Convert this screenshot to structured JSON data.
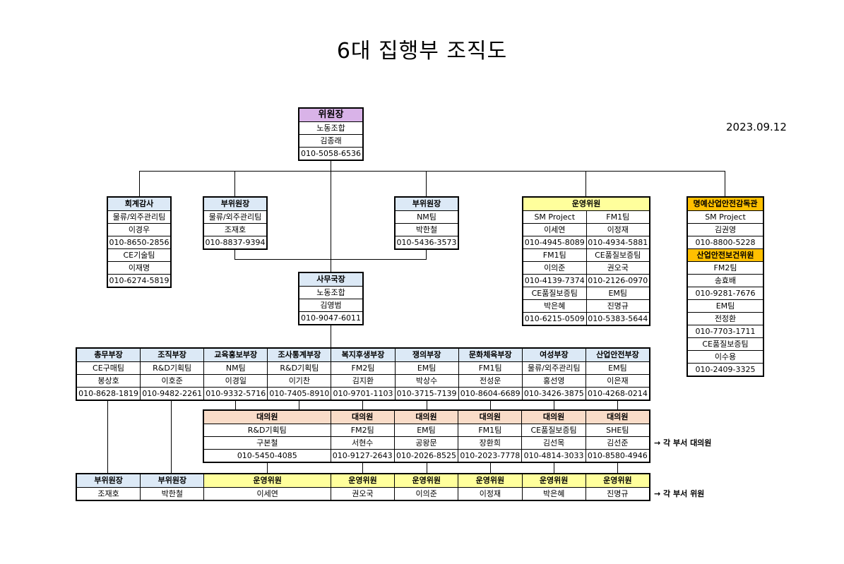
{
  "title": "6대 집행부 조직도",
  "date": "2023.09.12",
  "chair": {
    "title": "위원장",
    "org": "노동조합",
    "name": "김종래",
    "phone": "010-5058-6536"
  },
  "auditor": {
    "title": "회계감사",
    "rows": [
      "물류/외주관리팀",
      "이경우",
      "010-8650-2856",
      "CE기술팀",
      "이재명",
      "010-6274-5819"
    ]
  },
  "vice1": {
    "title": "부위원장",
    "rows": [
      "물류/외주관리팀",
      "조재호",
      "010-8837-9394"
    ]
  },
  "vice2": {
    "title": "부위원장",
    "rows": [
      "NM팀",
      "박한철",
      "010-5436-3573"
    ]
  },
  "committee": {
    "title": "운영위원",
    "left": [
      "SM Project",
      "이세연",
      "010-4945-8089",
      "FM1팀",
      "이의준",
      "010-4139-7374",
      "CE품질보증팀",
      "박은혜",
      "010-6215-0509"
    ],
    "right": [
      "FM1팀",
      "이정재",
      "010-4934-5881",
      "CE품질보증팀",
      "권오국",
      "010-2126-0970",
      "EM팀",
      "진명규",
      "010-5383-5644"
    ]
  },
  "safety": {
    "title": "명예산업안전감독관",
    "rows1": [
      "SM Project",
      "김권영",
      "010-8800-5228"
    ],
    "title2": "산업안전보건위원",
    "rows2": [
      "FM2팀",
      "송효배",
      "010-9281-7676",
      "EM팀",
      "전정환",
      "010-7703-1711",
      "CE품질보증팀",
      "이수용",
      "010-2409-3325"
    ]
  },
  "secretary": {
    "title": "사무국장",
    "org": "노동조합",
    "name": "김영범",
    "phone": "010-9047-6011"
  },
  "depts": [
    {
      "title": "총무부장",
      "team": "CE구매팀",
      "name": "봉상호",
      "phone": "010-8628-1819"
    },
    {
      "title": "조직부장",
      "team": "R&D기획팀",
      "name": "이호준",
      "phone": "010-9482-2261"
    },
    {
      "title": "교육홍보부장",
      "team": "NM팀",
      "name": "이경일",
      "phone": "010-9332-5716"
    },
    {
      "title": "조사통계부장",
      "team": "R&D기획팀",
      "name": "이기찬",
      "phone": "010-7405-8910"
    },
    {
      "title": "복지후생부장",
      "team": "FM2팀",
      "name": "김지환",
      "phone": "010-9701-1103"
    },
    {
      "title": "쟁의부장",
      "team": "EM팀",
      "name": "박상수",
      "phone": "010-3715-7139"
    },
    {
      "title": "문화체육부장",
      "team": "FM1팀",
      "name": "전성운",
      "phone": "010-8604-6689"
    },
    {
      "title": "여성부장",
      "team": "물류/외주관리팀",
      "name": "홍선영",
      "phone": "010-3426-3875"
    },
    {
      "title": "산업안전부장",
      "team": "EM팀",
      "name": "이은재",
      "phone": "010-4268-0214"
    }
  ],
  "delegates": [
    {
      "title": "대의원",
      "team": "R&D기획팀",
      "name": "구본철",
      "phone": "010-5450-4085"
    },
    {
      "title": "대의원",
      "team": "FM2팀",
      "name": "서현수",
      "phone": "010-9127-2643"
    },
    {
      "title": "대의원",
      "team": "EM팀",
      "name": "공왕문",
      "phone": "010-2026-8525"
    },
    {
      "title": "대의원",
      "team": "FM1팀",
      "name": "장환희",
      "phone": "010-2023-7778"
    },
    {
      "title": "대의원",
      "team": "CE품질보증팀",
      "name": "김선목",
      "phone": "010-4814-3033"
    },
    {
      "title": "대의원",
      "team": "SHE팀",
      "name": "김선준",
      "phone": "010-8580-4946"
    }
  ],
  "delegates_note": "→ 각 부서 대의원",
  "members": [
    {
      "title": "부위원장",
      "name": "조재호"
    },
    {
      "title": "부위원장",
      "name": "박한철"
    },
    {
      "title": "운영위원",
      "name": "이세연"
    },
    {
      "title": "운영위원",
      "name": "권오국"
    },
    {
      "title": "운영위원",
      "name": "이의준"
    },
    {
      "title": "운영위원",
      "name": "이정재"
    },
    {
      "title": "운영위원",
      "name": "박은혜"
    },
    {
      "title": "운영위원",
      "name": "진명규"
    }
  ],
  "members_note": "→ 각 부서 위원"
}
